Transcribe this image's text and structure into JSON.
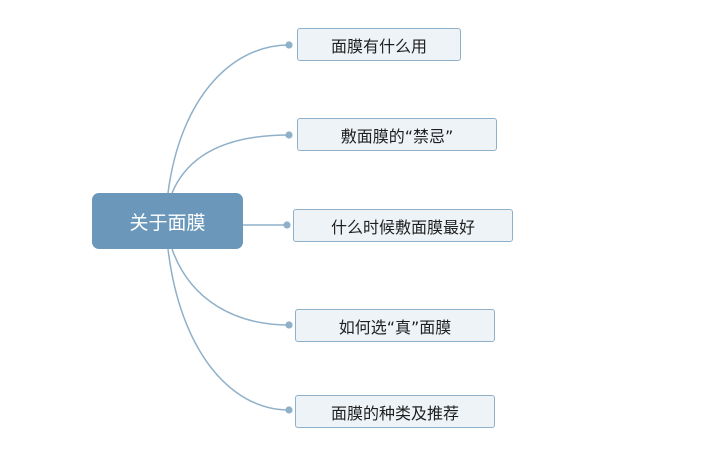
{
  "mindmap": {
    "central": {
      "label": "关于面膜"
    },
    "topics": [
      {
        "label": "面膜有什么用"
      },
      {
        "label": "敷面膜的“禁忌”"
      },
      {
        "label": "什么时候敷面膜最好"
      },
      {
        "label": "如何选“真”面膜"
      },
      {
        "label": "面膜的种类及推荐"
      }
    ]
  },
  "colors": {
    "central_fill": "#6b98ba",
    "topic_fill": "#eef3f7",
    "topic_border": "#8fb0c9",
    "connector": "#8fb0c9"
  }
}
